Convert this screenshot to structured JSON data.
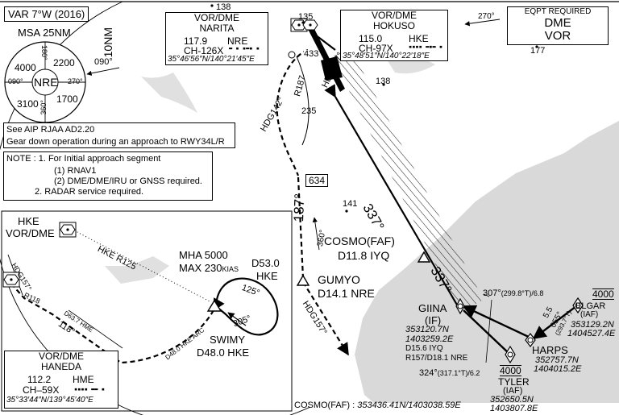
{
  "var": "VAR 7°W (2016)",
  "msa": {
    "title": "MSA 25NM",
    "center": "NRE",
    "b180": "180°",
    "b090": "090°",
    "b270": "270°",
    "b360": "360°",
    "nw": "4000",
    "ne": "2200",
    "sw": "3100",
    "se": "1700"
  },
  "range_10nm": "10NM",
  "narita": {
    "type": "VOR/DME",
    "name": "NARITA",
    "freq": "117.9",
    "ident": "NRE",
    "channel": "CH-126X",
    "morse": "▬ ▪ ▪▬▪ ▪",
    "coords": "35°46′56″N/140°21′45″E"
  },
  "hokuso": {
    "type": "VOR/DME",
    "name": "HOKUSO",
    "freq": "115.0",
    "ident": "HKE",
    "channel": "CH-97X",
    "morse": "▪▪▪▪ ▬▪▬ ▪",
    "coords": "35°48′51″N/140°22′18″E"
  },
  "eqpt": {
    "title": "EQPT REQUIRED",
    "line1": "DME",
    "line2": "VOR",
    "bearing": "270°"
  },
  "elev": {
    "e138a": "138",
    "e135": "135",
    "e433": "433",
    "e138b": "138",
    "e177": "177",
    "e235": "235",
    "e141": "141",
    "e634": "634"
  },
  "msa_brg": "090°",
  "aip_note": {
    "line1": "See AIP RJAA AD2.20",
    "line2": "Gear down operation during an approach to RWY34L/R"
  },
  "note": {
    "l1": "NOTE : 1.  For Initial approach segment",
    "l2": "(1) RNAV1",
    "l3": "(2) DME/DME/IRU or GNSS required.",
    "l4": "2.  RADAR service required."
  },
  "hdg337": "HDG337°",
  "r187": "R187",
  "hdg142": "HDG142°",
  "crs187": "187°",
  "crs360": "360°",
  "crs337a": "337°",
  "crs337b": "337°",
  "hdg157r": "HDG157°",
  "cosmo": {
    "name": "COSMO(FAF)",
    "dist": "D11.8 IYQ"
  },
  "gumyo": {
    "name": "GUMYO",
    "dist": "D14.1 NRE"
  },
  "inset": {
    "hke_vd": "HKE",
    "hke_vd2": "VOR/DME",
    "hke_r125": "HKE R125",
    "mha": "MHA 5000",
    "maxspd": "MAX 230",
    "kias": "KIAS",
    "d530": "D53.0",
    "d530b": "HKE",
    "c125": "125°",
    "c305": "305°",
    "swimy": "SWIMY",
    "swimy_d": "D48.0 HKE",
    "arc": "D48.0 HKE ARC",
    "hdg157": "HDG157°",
    "r118": "R118",
    "d637": "D63.7 HME",
    "c118": "118°",
    "haneda": {
      "type": "VOR/DME",
      "name": "HANEDA",
      "freq": "112.2",
      "ident": "HME",
      "channel": "CH–59X",
      "morse": "▪▪▪▪ ▬▬ ▪",
      "coords": "35°33′44″N/139°45′40″E"
    }
  },
  "giina": {
    "name": "GIINA",
    "sub": "(IF)",
    "c1": "353120.7N",
    "c2": "1403259.2E",
    "d1": "D15.6 IYQ",
    "d2": "R157/D18.1 NRE"
  },
  "tyler": {
    "alt": "4000",
    "name": "TYLER",
    "sub": "(IAF)",
    "c1": "352650.5N",
    "c2": "1403807.8E"
  },
  "harps": {
    "name": "HARPS",
    "c1": "352757.7N",
    "c2": "1404015.2E"
  },
  "elgar": {
    "alt": "4000",
    "name": "ELGAR",
    "sub": "(IAF)",
    "c1": "353129.2N",
    "c2": "1404527.4E"
  },
  "leg307": "307°",
  "leg307b": "(299.8°T)/6.8",
  "leg324": "324°",
  "leg324b": "(317.1°T)/6.2",
  "leg55": "5.5",
  "leg55b": "055°",
  "leg55c": "(293.7°T)",
  "cosmo_foot_lbl": "COSMO(FAF) :",
  "cosmo_foot": "353436.41N/1403038.59E"
}
